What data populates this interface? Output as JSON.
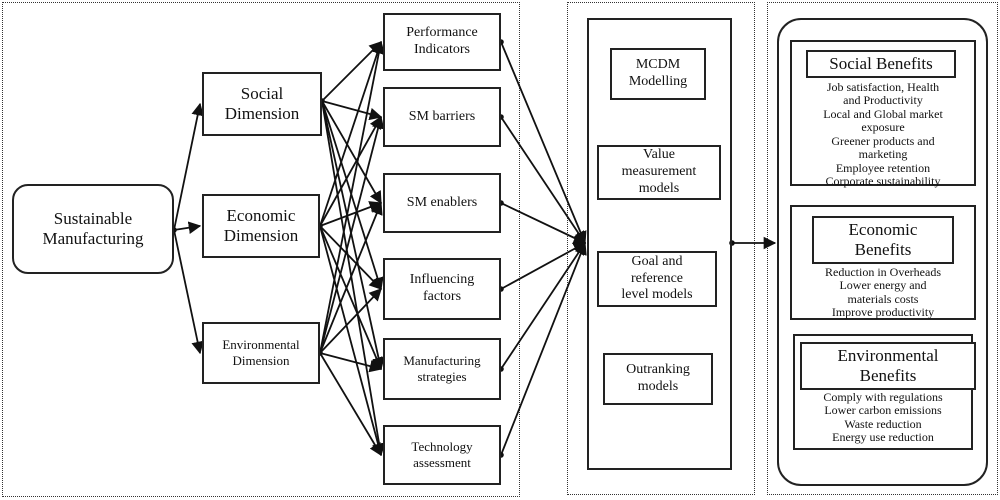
{
  "left": {
    "root": "Sustainable\nManufacturing",
    "dimensions": [
      "Social\nDimension",
      "Economic\nDimension",
      "Environmental\nDimension"
    ],
    "factors": [
      "Performance\nIndicators",
      "SM barriers",
      "SM enablers",
      "Influencing\nfactors",
      "Manufacturing\nstrategies",
      "Technology\nassessment"
    ]
  },
  "models": [
    "MCDM\nModelling",
    "Value\nmeasurement\nmodels",
    "Goal and\nreference\nlevel models",
    "Outranking\nmodels"
  ],
  "benefits": [
    {
      "title": "Social Benefits",
      "items": [
        "Job satisfaction, Health",
        "and Productivity",
        "Local and Global market",
        "exposure",
        "Greener products and",
        "marketing",
        "Employee retention",
        "Corporate sustainability"
      ]
    },
    {
      "title": "Economic\nBenefits",
      "items": [
        "Reduction in Overheads",
        "Lower energy and",
        "materials costs",
        "Improve productivity"
      ]
    },
    {
      "title": "Environmental\nBenefits",
      "items": [
        "Comply with regulations",
        "Lower carbon emissions",
        "Waste reduction",
        "Energy use reduction"
      ]
    }
  ]
}
